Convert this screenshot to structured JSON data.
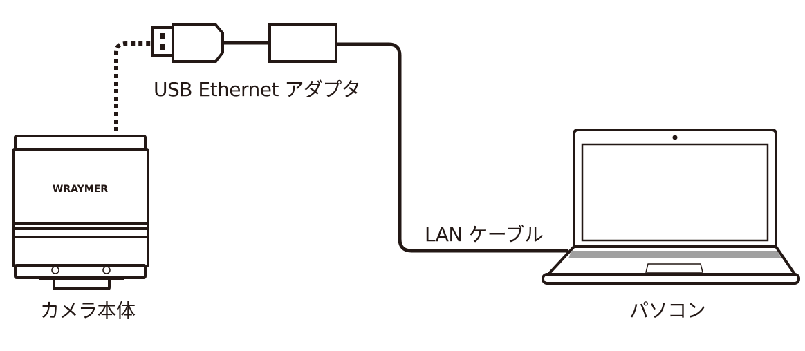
{
  "labels": {
    "adapter": "USB Ethernet アダプタ",
    "lan_cable": "LAN ケーブル",
    "camera": "カメラ本体",
    "pc": "パソコン"
  },
  "camera_brand": "WRAYMER",
  "colors": {
    "line": "#231815",
    "keyboard": "#a0a0a0"
  }
}
